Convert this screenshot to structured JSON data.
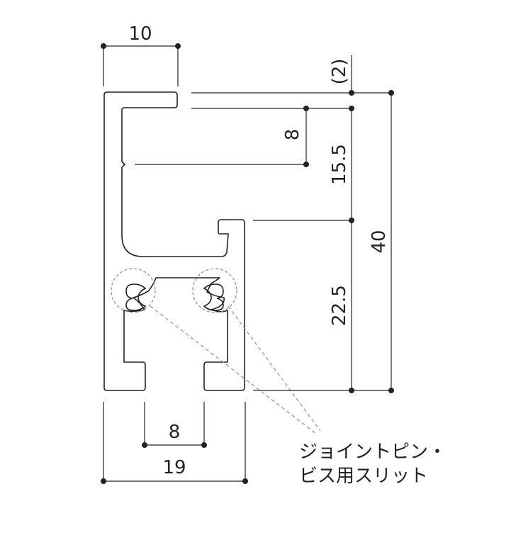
{
  "colors": {
    "line": "#222222",
    "leader": "#9a9a9a",
    "background": "#ffffff"
  },
  "dimensions": {
    "top_width": "10",
    "top_gap": "(2)",
    "inner_depth": "8",
    "upper_height": "15.5",
    "lower_height": "22.5",
    "total_height": "40",
    "bottom_slot": "8",
    "bottom_width": "19"
  },
  "note": {
    "line1": "ジョイントピン・",
    "line2": "ビス用スリット"
  }
}
